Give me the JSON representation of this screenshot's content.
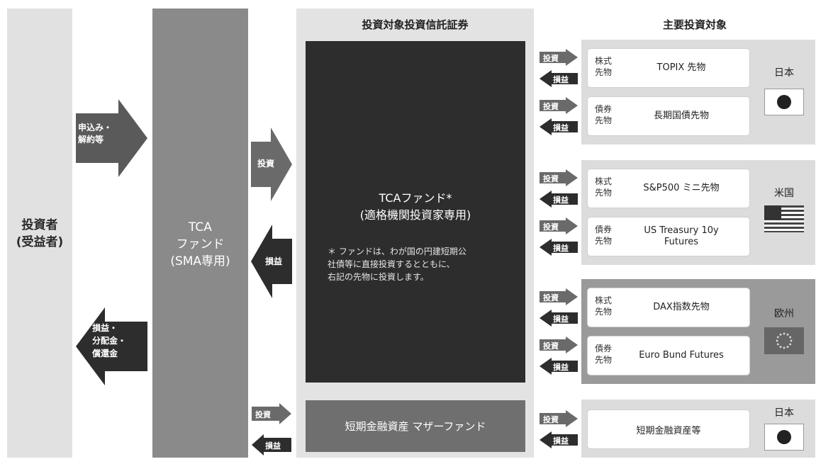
{
  "investor": {
    "label": "投資者\n(受益者)"
  },
  "tca_fund": {
    "label": "TCA\nファンド\n(SMA専用)"
  },
  "flows_left": {
    "subscription": "申込み・\n解約等",
    "returns": "損益・\n分配金・\n償還金"
  },
  "flows_mid": {
    "invest": "投資",
    "pnl": "損益"
  },
  "trust": {
    "title": "投資対象投資信託証券",
    "main_fund_title": "TCAファンド*\n(適格機関投資家専用)",
    "main_fund_note": "＊ ファンドは、わが国の円建短期公\n社債等に直接投資するとともに、\n右記の先物に投資します。",
    "mother_fund": "短期金融資産 マザーファンド"
  },
  "flows_small": {
    "invest": "投資",
    "pnl": "損益"
  },
  "targets": {
    "title": "主要投資対象",
    "regions": [
      {
        "country": "日本",
        "flag": "japan-flag-icon",
        "items": [
          {
            "category": "株式\n先物",
            "name": "TOPIX 先物"
          },
          {
            "category": "債券\n先物",
            "name": "長期国債先物"
          }
        ]
      },
      {
        "country": "米国",
        "flag": "us-flag-icon",
        "items": [
          {
            "category": "株式\n先物",
            "name": "S&P500 ミニ先物"
          },
          {
            "category": "債券\n先物",
            "name": "US Treasury 10y\nFutures"
          }
        ]
      },
      {
        "country": "欧州",
        "flag": "eu-flag-icon",
        "items": [
          {
            "category": "株式\n先物",
            "name": "DAX指数先物"
          },
          {
            "category": "債券\n先物",
            "name": "Euro Bund Futures"
          }
        ]
      },
      {
        "country": "日本",
        "flag": "japan-flag-icon",
        "items": [
          {
            "category": "",
            "name": "短期金融資産等"
          }
        ]
      }
    ]
  }
}
